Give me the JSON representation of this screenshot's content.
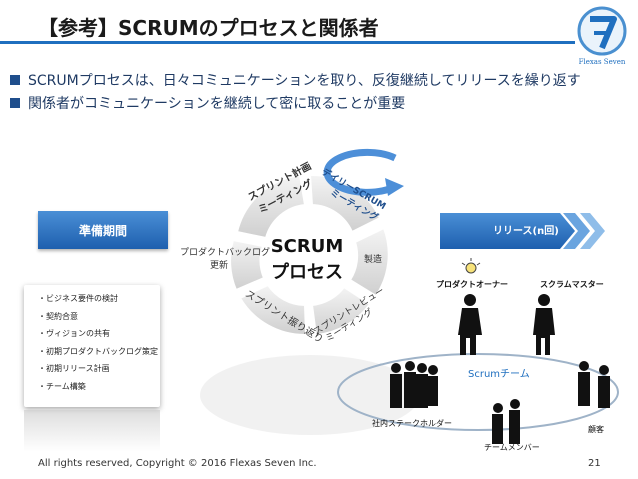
{
  "title": "【参考】SCRUMのプロセスと関係者",
  "bullets": [
    "SCRUMプロセスは、日々コミュニケーションを取り、反復継続してリリースを繰り返す",
    "関係者がコミュニケーションを継続して密に取ることが重要"
  ],
  "logo_text": "Flexas Seven",
  "prep": {
    "banner": "準備期間",
    "items": [
      "ビジネス要件の検討",
      "契約合意",
      "ヴィジョンの共有",
      "初期プロダクトバックログ策定",
      "初期リリース計画",
      "チーム構築"
    ]
  },
  "release": {
    "label": "リリース(n回)"
  },
  "cycle": {
    "center_line1": "SCRUM",
    "center_line2": "プロセス",
    "planning_line1": "スプリント計画",
    "planning_line2": "ミーティング",
    "daily_line1": "デイリーSCRUM",
    "daily_line2": "ミーティング",
    "build": "製造",
    "review_line1": "スプリントレビュー",
    "review_line2": "ミーティング",
    "retro": "スプリント振り返り",
    "backlog_line1": "プロダクトバックログ",
    "backlog_line2": "更新"
  },
  "roles": {
    "product_owner": "プロダクトオーナー",
    "scrum_master": "スクラムマスター",
    "team": "Scrumチーム",
    "stakeholders": "社内ステークホルダー",
    "customer": "顧客",
    "team_members": "チームメンバー"
  },
  "footer": {
    "copyright": "All rights reserved, Copyright © 2016 Flexas Seven Inc.",
    "page": "21"
  },
  "colors": {
    "accent": "#1f6fbf",
    "banner": "#2c6fc0",
    "cycle_arrow": "#4d8fd8"
  }
}
